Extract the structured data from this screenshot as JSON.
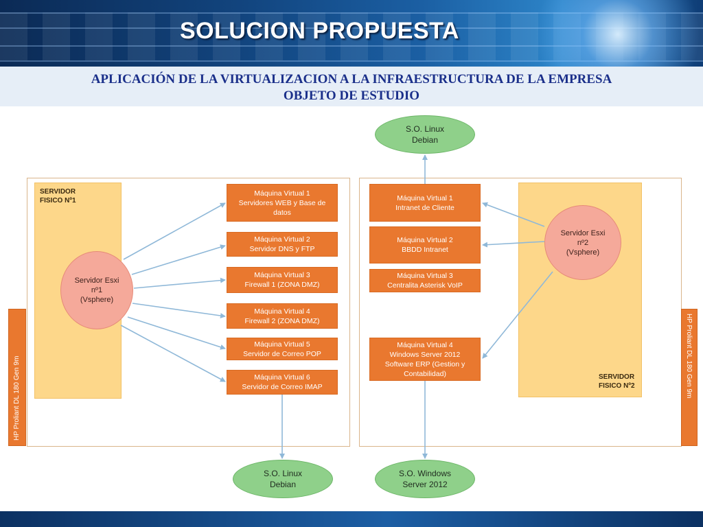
{
  "header": {
    "title": "SOLUCION PROPUESTA",
    "subtitle_line1": "APLICACIÓN DE LA VIRTUALIZACION A LA INFRAESTRUCTURA DE LA EMPRESA",
    "subtitle_line2": "OBJETO DE ESTUDIO"
  },
  "colors": {
    "orange": "#e9782f",
    "zone": "#fdd78a",
    "esxi": "#f5a99a",
    "os": "#8fd08a",
    "arrow": "#8fb8d8",
    "title_blue": "#1a2f8a"
  },
  "server1": {
    "label_line1": "SERVIDOR",
    "label_line2": "FISICO Nº1",
    "esxi": [
      "Servidor Esxi",
      "nº1",
      "(Vsphere)"
    ],
    "hp_label": "HP Proliant DL 180 Gen 9m",
    "vms": [
      {
        "line1": "Máquina Virtual 1",
        "line2": "Servidores WEB y Base de",
        "line3": "datos"
      },
      {
        "line1": "Máquina Virtual 2",
        "line2": "Servidor DNS y FTP"
      },
      {
        "line1": "Máquina Virtual 3",
        "line2": "Firewall 1 (ZONA DMZ)"
      },
      {
        "line1": "Máquina Virtual 4",
        "line2": "Firewall 2 (ZONA DMZ)"
      },
      {
        "line1": "Máquina Virtual 5",
        "line2": "Servidor de Correo POP"
      },
      {
        "line1": "Máquina Virtual 6",
        "line2": "Servidor de Correo IMAP"
      }
    ]
  },
  "server2": {
    "label_line1": "SERVIDOR",
    "label_line2": "FISICO Nº2",
    "esxi": [
      "Servidor Esxi",
      "nº2",
      "(Vsphere)"
    ],
    "hp_label": "HP Proliant DL 180 Gen 9m",
    "vms": [
      {
        "line1": "Máquina Virtual 1",
        "line2": "Intranet de Cliente"
      },
      {
        "line1": "Máquina Virtual 2",
        "line2": "BBDD Intranet"
      },
      {
        "line1": "Máquina Virtual 3",
        "line2": "Centralita Asterisk VoIP"
      },
      {
        "line1": "Máquina Virtual 4",
        "line2": "Windows Server 2012",
        "line3": "Software ERP (Gestion y",
        "line4": "Contabilidad)"
      }
    ]
  },
  "os_nodes": {
    "top_right": [
      "S.O. Linux",
      "Debian"
    ],
    "bottom_left": [
      "S.O. Linux",
      "Debian"
    ],
    "bottom_right": [
      "S.O. Windows",
      "Server 2012"
    ]
  }
}
